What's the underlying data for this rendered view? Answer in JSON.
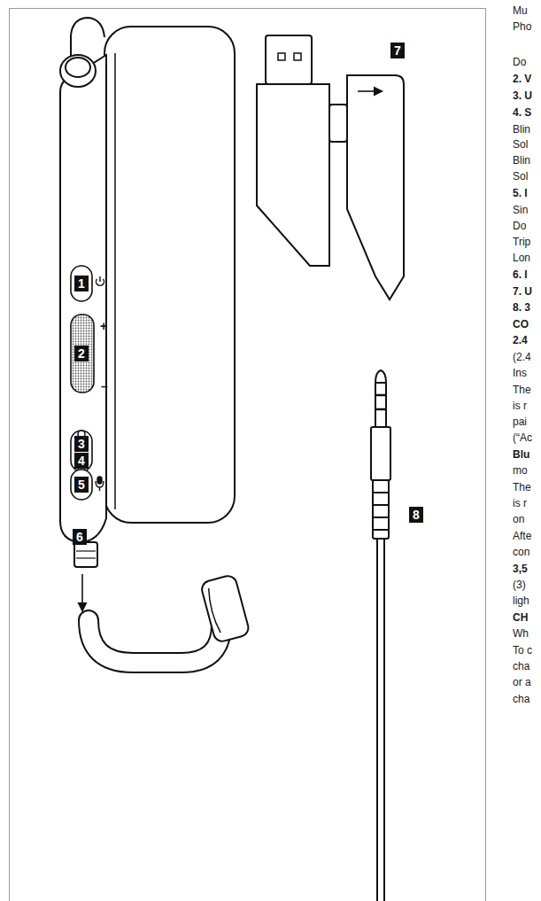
{
  "diagram": {
    "labels": [
      "1",
      "+",
      "2",
      "–",
      "3",
      "4",
      "5",
      "6",
      "7",
      "8",
      "Mu",
      "Pho",
      "Do",
      "2. V",
      "3. U",
      "4. S",
      "Blin",
      "Sol",
      "Blin",
      "Sol",
      "5. I",
      "Sin",
      "Do",
      "Trip",
      "Lon",
      "6. I",
      "7. U",
      "8. 3",
      "CO",
      "2.4",
      "(2.4",
      "Ins",
      "The",
      "is r",
      "pai",
      "(“Ac",
      "Blu",
      "mo",
      "The",
      "is r",
      "on",
      "Afte",
      "con",
      "3,5",
      "(3)",
      "ligh",
      "CH",
      "Wh",
      "To c",
      "cha",
      "or a",
      "cha"
    ]
  }
}
